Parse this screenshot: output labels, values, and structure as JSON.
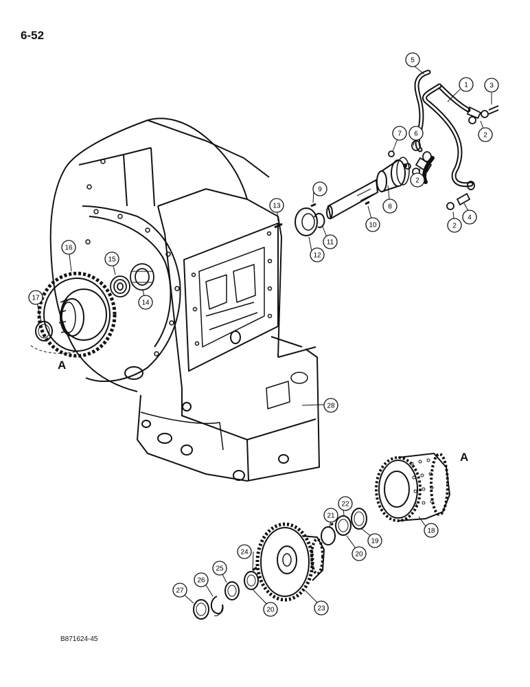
{
  "page_number": "6-52",
  "figure_code": "B871624-45",
  "view_letters": [
    "A",
    "A"
  ],
  "callouts": [
    {
      "label": "1"
    },
    {
      "label": "2"
    },
    {
      "label": "2"
    },
    {
      "label": "2"
    },
    {
      "label": "3"
    },
    {
      "label": "4"
    },
    {
      "label": "5"
    },
    {
      "label": "6"
    },
    {
      "label": "7"
    },
    {
      "label": "8"
    },
    {
      "label": "9"
    },
    {
      "label": "10"
    },
    {
      "label": "11"
    },
    {
      "label": "12"
    },
    {
      "label": "13"
    },
    {
      "label": "14"
    },
    {
      "label": "15"
    },
    {
      "label": "16"
    },
    {
      "label": "17"
    },
    {
      "label": "18"
    },
    {
      "label": "19"
    },
    {
      "label": "20"
    },
    {
      "label": "20"
    },
    {
      "label": "21"
    },
    {
      "label": "22"
    },
    {
      "label": "23"
    },
    {
      "label": "24"
    },
    {
      "label": "25"
    },
    {
      "label": "26"
    },
    {
      "label": "27"
    },
    {
      "label": "28"
    }
  ]
}
